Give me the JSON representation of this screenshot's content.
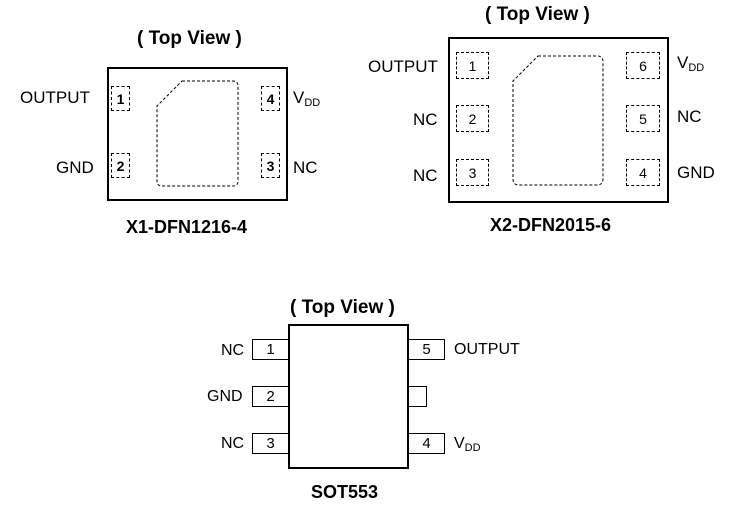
{
  "packages": {
    "x1": {
      "view_title": "( Top View )",
      "name": "X1-DFN1216-4",
      "pins": [
        {
          "number": "1",
          "label": "OUTPUT"
        },
        {
          "number": "2",
          "label": "GND"
        },
        {
          "number": "3",
          "label": "NC"
        },
        {
          "number": "4",
          "label_main": "V",
          "label_sub": "DD"
        }
      ]
    },
    "x2": {
      "view_title": "( Top View )",
      "name": "X2-DFN2015-6",
      "pins": [
        {
          "number": "1",
          "label": "OUTPUT"
        },
        {
          "number": "2",
          "label": "NC"
        },
        {
          "number": "3",
          "label": "NC"
        },
        {
          "number": "4",
          "label": "GND"
        },
        {
          "number": "5",
          "label": "NC"
        },
        {
          "number": "6",
          "label_main": "V",
          "label_sub": "DD"
        }
      ]
    },
    "sot": {
      "view_title": "( Top View )",
      "name": "SOT553",
      "pins": [
        {
          "number": "1",
          "label": "NC"
        },
        {
          "number": "2",
          "label": "GND"
        },
        {
          "number": "3",
          "label": "NC"
        },
        {
          "number": "4",
          "label_main": "V",
          "label_sub": "DD"
        },
        {
          "number": "5",
          "label": "OUTPUT"
        }
      ]
    }
  }
}
